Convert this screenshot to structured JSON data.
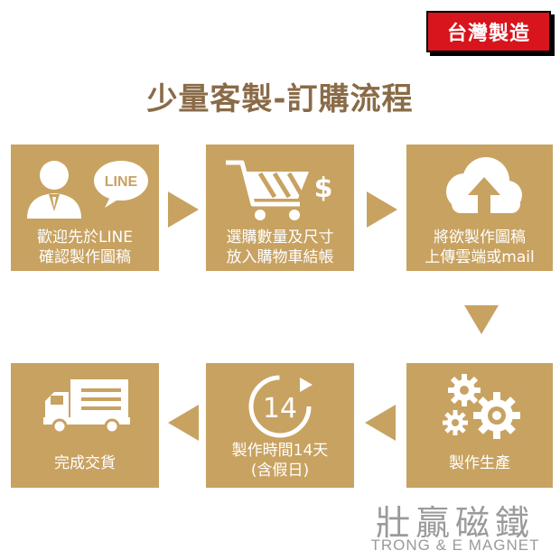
{
  "badge": "台灣製造",
  "title": "少量客製-訂購流程",
  "steps": [
    {
      "line1": "歡迎先於LINE",
      "line2": "確認製作圖稿",
      "icon": "person-line-icon",
      "bubble": "LINE"
    },
    {
      "line1": "選購數量及尺寸",
      "line2": "放入購物車結帳",
      "icon": "shopping-cart-icon",
      "symbol": "$"
    },
    {
      "line1": "將欲製作圖稿",
      "line2": "上傳雲端或mail",
      "icon": "cloud-upload-icon"
    },
    {
      "line1": "製作生產",
      "icon": "gears-icon"
    },
    {
      "line1": "製作時間14天",
      "line2": "(含假日)",
      "icon": "clock-14-icon",
      "days": "14"
    },
    {
      "line1": "完成交貨",
      "icon": "delivery-truck-icon"
    }
  ],
  "brand": {
    "chinese": "壯贏磁鐵",
    "english": "TRONG & E MAGNET"
  },
  "colors": {
    "card": "#c8a261",
    "title": "#8a6b47",
    "badge": "#d8141c",
    "brand": "#9a9a9a"
  }
}
